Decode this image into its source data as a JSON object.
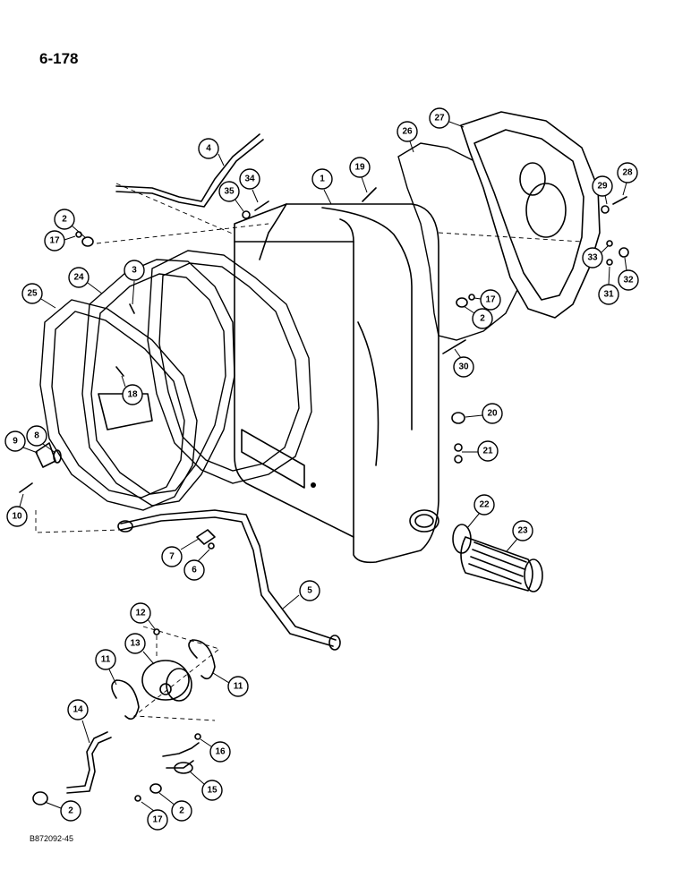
{
  "page_number": "6-178",
  "drawing_code": "B872092-45",
  "callouts": [
    "1",
    "2",
    "3",
    "4",
    "5",
    "6",
    "7",
    "8",
    "9",
    "10",
    "11",
    "12",
    "13",
    "14",
    "15",
    "16",
    "17",
    "18",
    "19",
    "20",
    "21",
    "22",
    "23",
    "24",
    "25",
    "26",
    "27",
    "28",
    "29",
    "30",
    "31",
    "32",
    "33",
    "34",
    "35"
  ]
}
